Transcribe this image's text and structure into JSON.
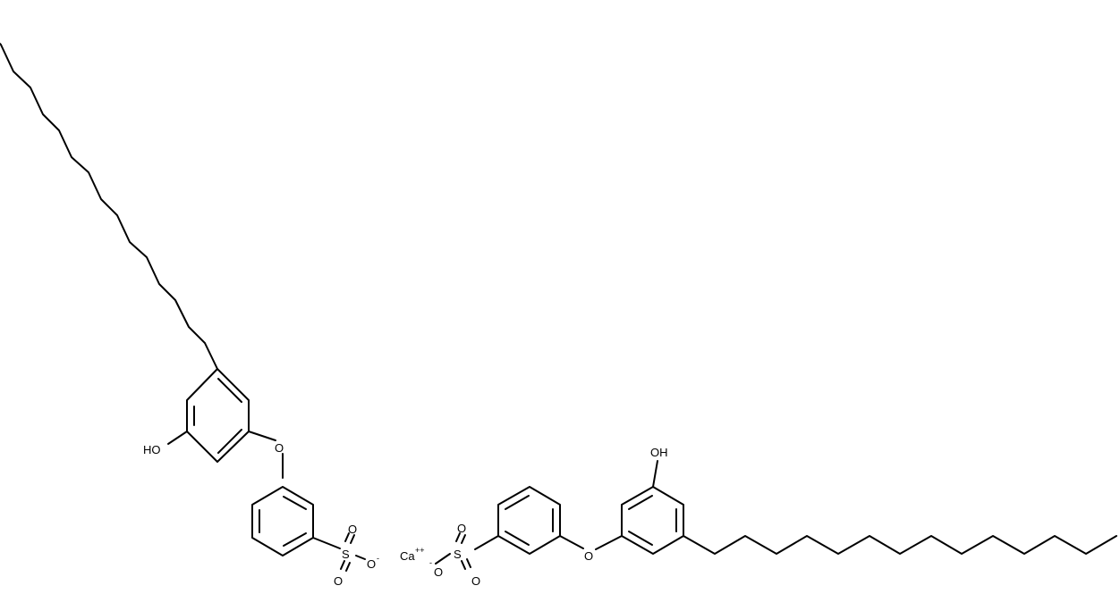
{
  "molecule": {
    "left_anion": {
      "hydroxyl": "HO",
      "ether_oxygen": "O",
      "sulfur": "S",
      "sulfonyl_oxygen_top": "O",
      "sulfonyl_oxygen_bottom": "O",
      "oxide": "O",
      "oxide_charge": "-"
    },
    "right_anion": {
      "hydroxyl": "OH",
      "ether_oxygen": "O",
      "sulfur": "S",
      "sulfonyl_oxygen_top": "O",
      "sulfonyl_oxygen_bottom": "O",
      "oxide": "O",
      "oxide_charge": "-"
    },
    "cation": {
      "symbol": "Ca",
      "charge": "++"
    }
  },
  "colors": {
    "bond": "#000000",
    "label": "#000000",
    "background": "#ffffff"
  }
}
